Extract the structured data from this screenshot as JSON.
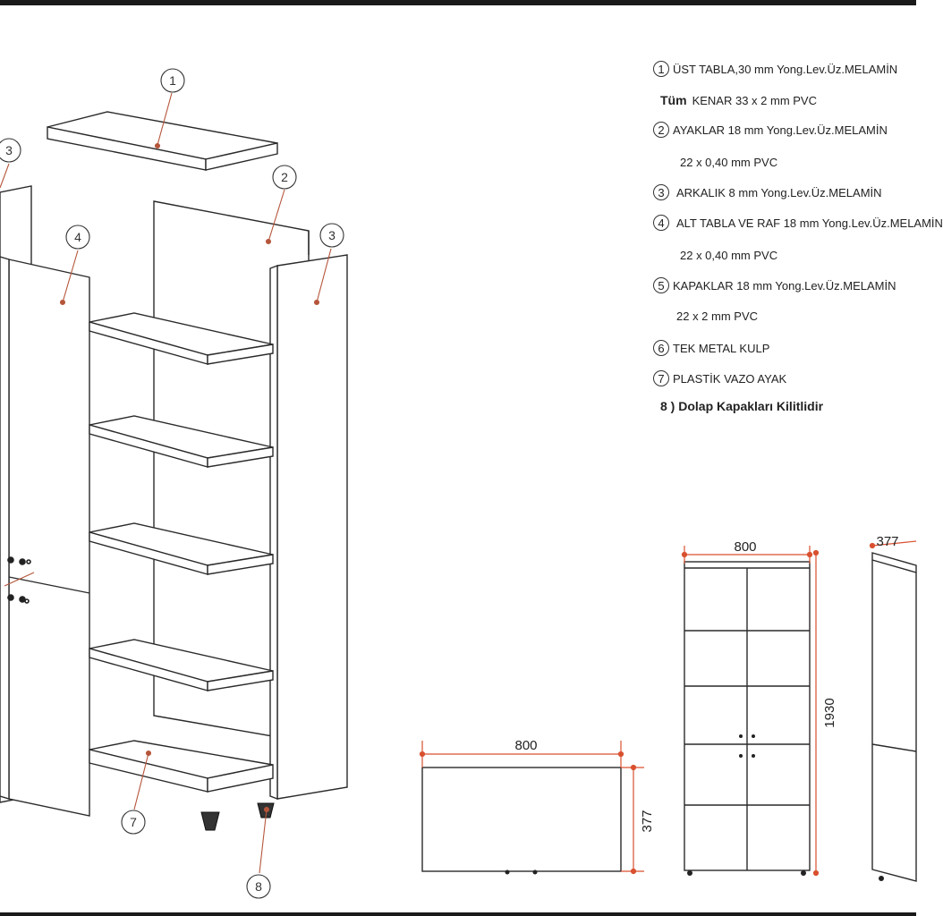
{
  "callouts": [
    "1",
    "2",
    "3",
    "3",
    "3",
    "4",
    "7",
    "8"
  ],
  "legend": {
    "items": [
      {
        "num": "1",
        "text": "ÜST TABLA,30 mm Yong.Lev.Üz.MELAMİN"
      },
      {
        "num": "",
        "prefix": "Tüm",
        "text": "KENAR 33 x 2 mm PVC"
      },
      {
        "num": "2",
        "text": "AYAKLAR 18 mm  Yong.Lev.Üz.MELAMİN"
      },
      {
        "num": "",
        "text": "22 x 0,40 mm PVC"
      },
      {
        "num": "3",
        "text": "ARKALIK 8 mm     Yong.Lev.Üz.MELAMİN"
      },
      {
        "num": "4",
        "text": "ALT TABLA VE RAF 18 mm  Yong.Lev.Üz.MELAMİN"
      },
      {
        "num": "",
        "text": "22 x 0,40 mm PVC"
      },
      {
        "num": "5",
        "text": "KAPAKLAR 18 mm Yong.Lev.Üz.MELAMİN"
      },
      {
        "num": "",
        "text": "22 x 2 mm PVC"
      },
      {
        "num": "6",
        "text": "TEK METAL KULP"
      },
      {
        "num": "7",
        "text": "PLASTİK VAZO AYAK"
      }
    ],
    "note": "8 ) Dolap Kapakları Kilitlidir"
  },
  "dimensions": {
    "top_width": "800",
    "top_depth": "377",
    "front_width": "800",
    "front_height": "1930",
    "side_depth": "377"
  },
  "colors": {
    "line": "#2a2a2a",
    "dim": "#d9502f",
    "callout": "#b5563b"
  }
}
